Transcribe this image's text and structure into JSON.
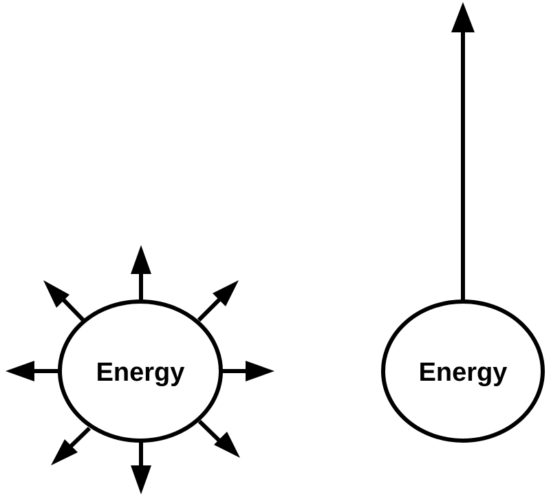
{
  "diagram": {
    "left_node": {
      "label": "Energy",
      "arrow_directions": [
        "up",
        "up-right",
        "right",
        "down-right",
        "down",
        "down-left",
        "left",
        "up-left"
      ]
    },
    "right_node": {
      "label": "Energy",
      "arrow_directions": [
        "up"
      ]
    },
    "colors": {
      "stroke": "#000000",
      "fill": "#ffffff"
    }
  }
}
